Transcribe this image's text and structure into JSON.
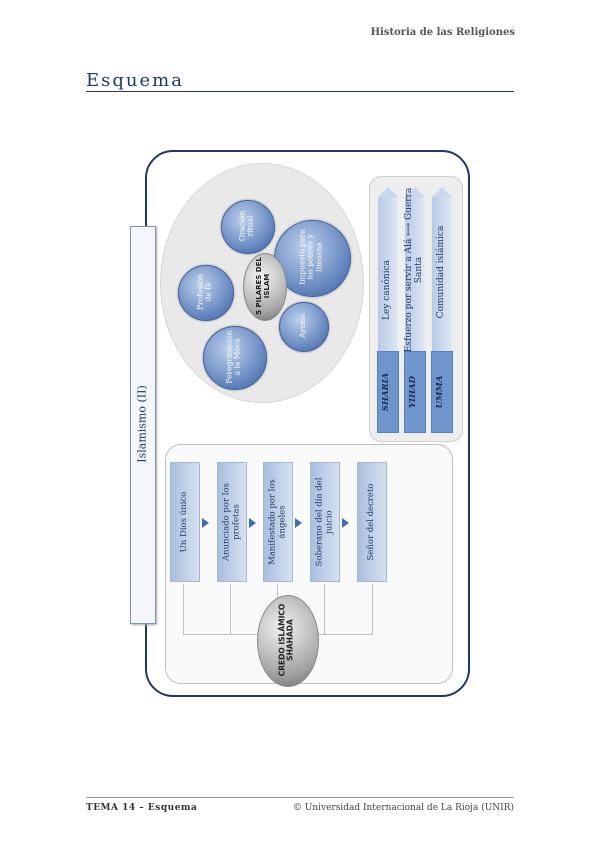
{
  "header": {
    "book_title": "Historia de las Religiones"
  },
  "page": {
    "title": "Esquema"
  },
  "diagram": {
    "title": "Islamismo (II)",
    "credo": {
      "label": "CREDO ISLÁMICO SHAHADA",
      "items": [
        "Un Dios único",
        "Anunciado por los profetas",
        "Manifestado por los ángeles",
        "Soberano del día del juicio",
        "Señor del decreto"
      ]
    },
    "pilares": {
      "center": "5 PILARES DEL ISLAM",
      "items": [
        "Oración ritual",
        "Impuesto para los pobres y limosna",
        "Ayuno",
        "Peregrinación a la Meca",
        "Profesión de fe"
      ]
    },
    "concepts": [
      {
        "term": "SHARIA",
        "definition": "Ley canónica"
      },
      {
        "term": "YIHAD",
        "definition": "Esfuerzo por servir a Alá ⟷ Guerra Santa"
      },
      {
        "term": "UMMA",
        "definition": "Comunidad islámica"
      }
    ]
  },
  "footer": {
    "left": "TEMA 14 – Esquema",
    "right": "© Universidad Internacional de La Rioja (UNIR)"
  }
}
